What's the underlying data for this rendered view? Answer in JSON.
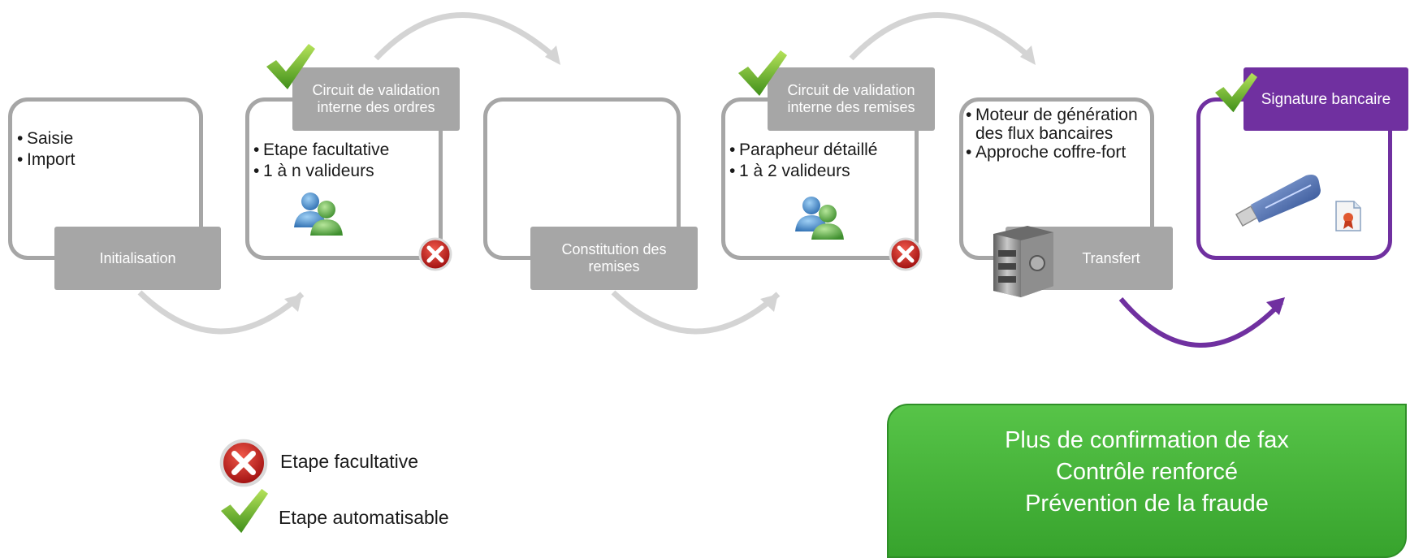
{
  "steps": [
    {
      "label": "Initialisation",
      "bullets": [
        "Saisie",
        "Import"
      ]
    },
    {
      "label": "Circuit de validation interne des ordres",
      "bullets": [
        "Etape facultative",
        "1 à n valideurs"
      ]
    },
    {
      "label": "Constitution des remises",
      "bullets": []
    },
    {
      "label": "Circuit de validation interne des remises",
      "bullets": [
        "Parapheur détaillé",
        "1 à 2 valideurs"
      ]
    },
    {
      "label": "Transfert",
      "bullets": [
        "Moteur de génération des flux bancaires",
        "Approche coffre-fort"
      ]
    },
    {
      "label": "Signature bancaire",
      "bullets": []
    }
  ],
  "legend": {
    "optional": "Etape facultative",
    "automatable": "Etape automatisable"
  },
  "callout": {
    "lines": [
      "Plus de confirmation de fax",
      "Contrôle renforcé",
      "Prévention de la fraude"
    ]
  },
  "icons": {
    "check": "check-icon",
    "optional": "red-x-icon",
    "users": "users-icon",
    "safe": "safe-icon",
    "usb": "usb-key-icon",
    "certificate": "certificate-document-icon"
  },
  "colors": {
    "box_border": "#a6a6a6",
    "label_bg": "#a6a6a6",
    "accent_purple": "#7030a0",
    "callout_green": "#4cb83f",
    "arrow_gray": "#d4d4d4"
  }
}
